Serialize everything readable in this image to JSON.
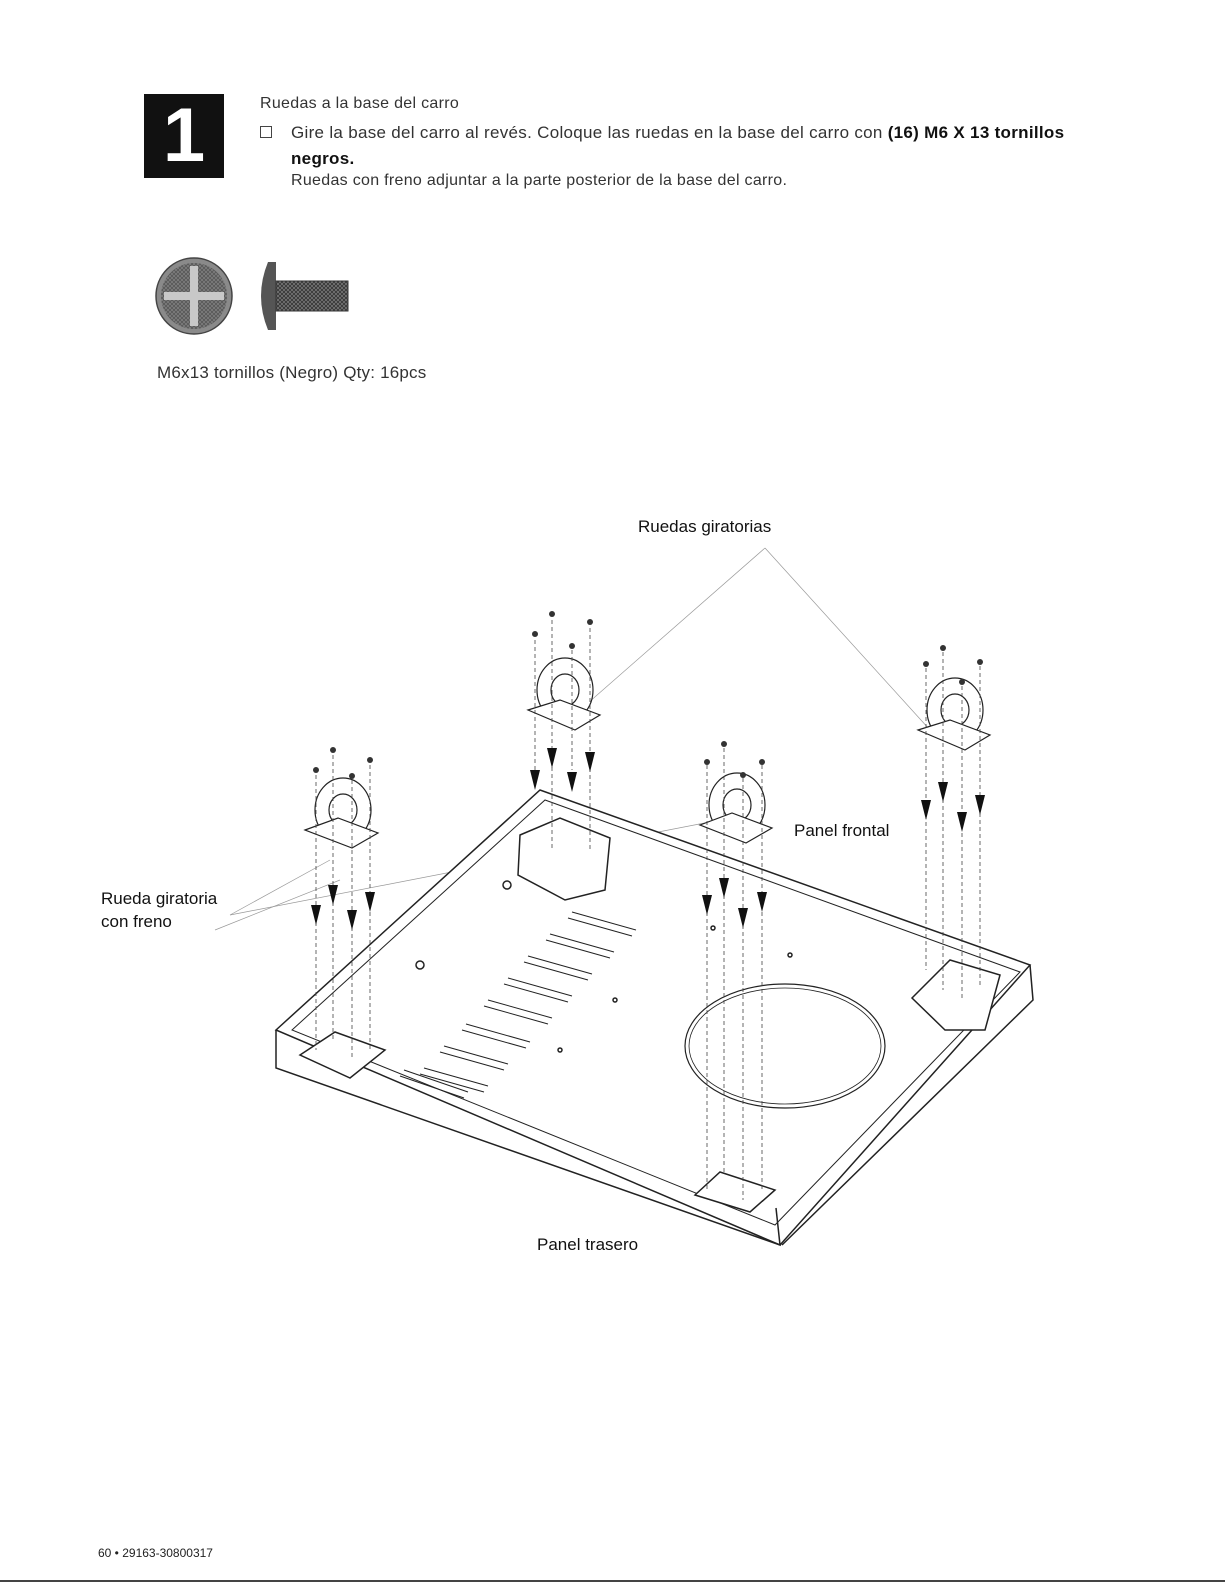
{
  "step": {
    "number": "1",
    "title": "Ruedas a la base del carro",
    "instruction_text": "Gire la base del carro al revés. Coloque las ruedas en la base del carro con ",
    "instruction_bold": "(16) M6 X 13 tornillos negros.",
    "note": "Ruedas con freno adjuntar a la parte posterior de la base del carro."
  },
  "hardware": {
    "caption": "M6x13 tornillos (Negro) Qty: 16pcs"
  },
  "diagram": {
    "label_swivel": "Ruedas giratorias",
    "label_brake_line1": "Rueda giratoria",
    "label_brake_line2": "con freno",
    "label_front": "Panel frontal",
    "label_rear": "Panel trasero"
  },
  "footer": {
    "page_ref": "60 • 29163-30800317"
  }
}
